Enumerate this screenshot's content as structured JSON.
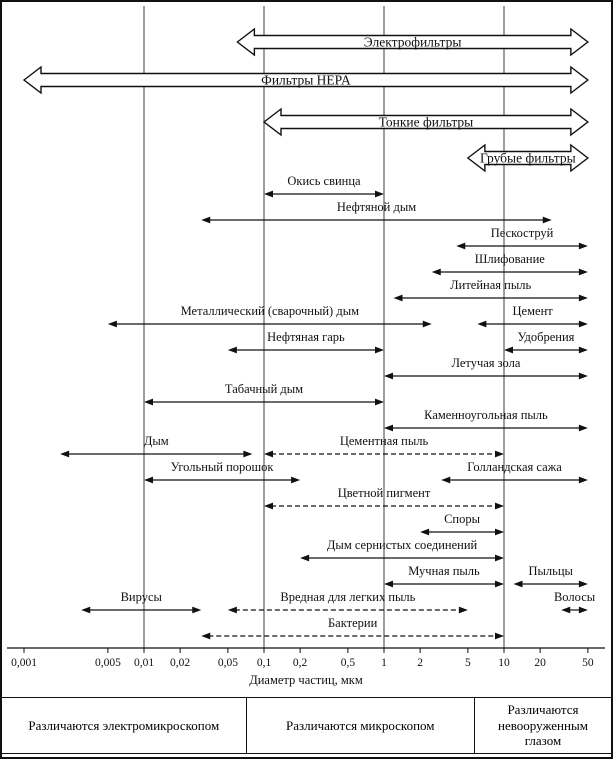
{
  "chart_data": {
    "type": "range-bar",
    "x_scale": "log",
    "xlabel": "Диаметр частиц, мкм",
    "x_unit": "мкм",
    "xlim": [
      0.001,
      50
    ],
    "grid": "vertical gridlines at 0.01, 0.1, 1, 10",
    "gridline_values": [
      0.01,
      0.1,
      1,
      10
    ],
    "tick_values": [
      0.001,
      0.005,
      0.01,
      0.02,
      0.05,
      0.1,
      0.2,
      0.5,
      1,
      2,
      5,
      10,
      20,
      50
    ],
    "tick_labels": [
      "0,001",
      "0,005",
      "0,01",
      "0,02",
      "0,05",
      "0,1",
      "0,2",
      "0,5",
      "1",
      "2",
      "5",
      "10",
      "20",
      "50"
    ],
    "filter_bands": [
      {
        "label": "Электрофильтры",
        "min": 0.06,
        "max": 50
      },
      {
        "label": "Фильтры HEPA",
        "min": 0.001,
        "max": 50
      },
      {
        "label": "Тонкие фильтры",
        "min": 0.1,
        "max": 50
      },
      {
        "label": "Грубые фильтры",
        "min": 5,
        "max": 50
      }
    ],
    "rows": [
      [
        {
          "label": "Окись свинца",
          "min": 0.1,
          "max": 1,
          "style": "solid"
        }
      ],
      [
        {
          "label": "Нефтяной дым",
          "min": 0.03,
          "max": 25,
          "style": "solid"
        }
      ],
      [
        {
          "label": "Пескоструй",
          "min": 4,
          "max": 50,
          "style": "solid"
        }
      ],
      [
        {
          "label": "Шлифование",
          "min": 2.5,
          "max": 50,
          "style": "solid"
        }
      ],
      [
        {
          "label": "Литейная пыль",
          "min": 1.2,
          "max": 50,
          "style": "solid"
        }
      ],
      [
        {
          "label": "Металлический (сварочный) дым",
          "min": 0.005,
          "max": 2.5,
          "style": "solid"
        },
        {
          "label": "Цемент",
          "min": 6,
          "max": 50,
          "style": "solid"
        }
      ],
      [
        {
          "label": "Нефтяная гарь",
          "min": 0.05,
          "max": 1,
          "style": "solid"
        },
        {
          "label": "Удобрения",
          "min": 10,
          "max": 50,
          "style": "solid"
        }
      ],
      [
        {
          "label": "Летучая зола",
          "min": 1,
          "max": 50,
          "style": "solid"
        }
      ],
      [
        {
          "label": "Табачный дым",
          "min": 0.01,
          "max": 1,
          "style": "solid"
        }
      ],
      [
        {
          "label": "Каменноугольная пыль",
          "min": 1,
          "max": 50,
          "style": "solid"
        }
      ],
      [
        {
          "label": "Дым",
          "min": 0.002,
          "max": 0.08,
          "style": "solid"
        },
        {
          "label": "Цементная пыль",
          "min": 0.1,
          "max": 10,
          "style": "dashed"
        }
      ],
      [
        {
          "label": "Угольный порошок",
          "min": 0.01,
          "max": 0.2,
          "style": "solid"
        },
        {
          "label": "Голландская сажа",
          "min": 3,
          "max": 50,
          "style": "solid"
        }
      ],
      [
        {
          "label": "Цветной пигмент",
          "min": 0.1,
          "max": 10,
          "style": "dashed"
        }
      ],
      [
        {
          "label": "Споры",
          "min": 2,
          "max": 10,
          "style": "solid"
        }
      ],
      [
        {
          "label": "Дым сернистых соединений",
          "min": 0.2,
          "max": 10,
          "style": "solid"
        }
      ],
      [
        {
          "label": "Мучная пыль",
          "min": 1,
          "max": 10,
          "style": "solid"
        },
        {
          "label": "Пыльцы",
          "min": 12,
          "max": 50,
          "style": "solid"
        }
      ],
      [
        {
          "label": "Вирусы",
          "min": 0.003,
          "max": 0.03,
          "style": "solid"
        },
        {
          "label": "Вредная для легких пыль",
          "min": 0.05,
          "max": 5,
          "style": "dashed"
        },
        {
          "label": "Волосы",
          "min": 30,
          "max": 50,
          "style": "solid"
        }
      ],
      [
        {
          "label": "Бактерии",
          "min": 0.03,
          "max": 10,
          "style": "dashed"
        }
      ]
    ],
    "footer": [
      {
        "label": "Различаются электромикроскопом"
      },
      {
        "label": "Различаются микроскопом"
      },
      {
        "label": "Различаются невооруженным глазом"
      }
    ],
    "colors": {
      "ink": "#111111",
      "background": "#ffffff"
    }
  }
}
